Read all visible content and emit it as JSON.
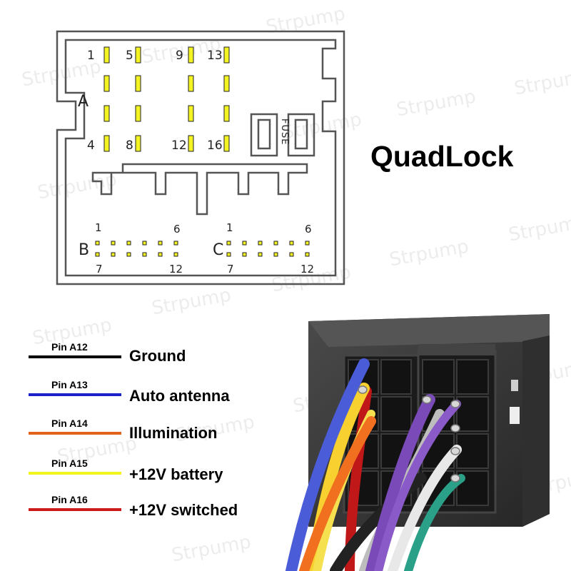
{
  "watermark": "Strpump",
  "title": "QuadLock",
  "connector": {
    "block_a": {
      "letter": "A",
      "pin_numbers": [
        "1",
        "5",
        "9",
        "13",
        "4",
        "8",
        "12",
        "16"
      ]
    },
    "fuse_label": "FUSE",
    "block_b": {
      "letter": "B",
      "top_left": "1",
      "top_right": "6",
      "bottom_left": "7",
      "bottom_right": "12"
    },
    "block_c": {
      "letter": "C",
      "top_left": "1",
      "top_right": "6",
      "bottom_left": "7",
      "bottom_right": "12"
    }
  },
  "legend": [
    {
      "pin": "Pin A12",
      "label": "Ground",
      "color": "#000000"
    },
    {
      "pin": "Pin A13",
      "label": "Auto antenna",
      "color": "#1a22c8"
    },
    {
      "pin": "Pin A14",
      "label": "Illumination",
      "color": "#e2621a"
    },
    {
      "pin": "Pin A15",
      "label": "+12V battery",
      "color": "#f5f51e"
    },
    {
      "pin": "Pin A16",
      "label": "+12V switched",
      "color": "#cc1a1a"
    }
  ],
  "colors": {
    "pin_fill": "#f4f422",
    "outline": "#555555",
    "housing": "#3a3a3a",
    "wire_blue": "#4a5cd8",
    "wire_orange": "#f07020",
    "wire_yellow": "#f8d030",
    "wire_purple": "#7a4ab8",
    "wire_white": "#e8e8e8",
    "wire_teal": "#2aa088",
    "wire_black": "#222222",
    "wire_red": "#c01818",
    "wire_grey": "#bdbdbd"
  }
}
